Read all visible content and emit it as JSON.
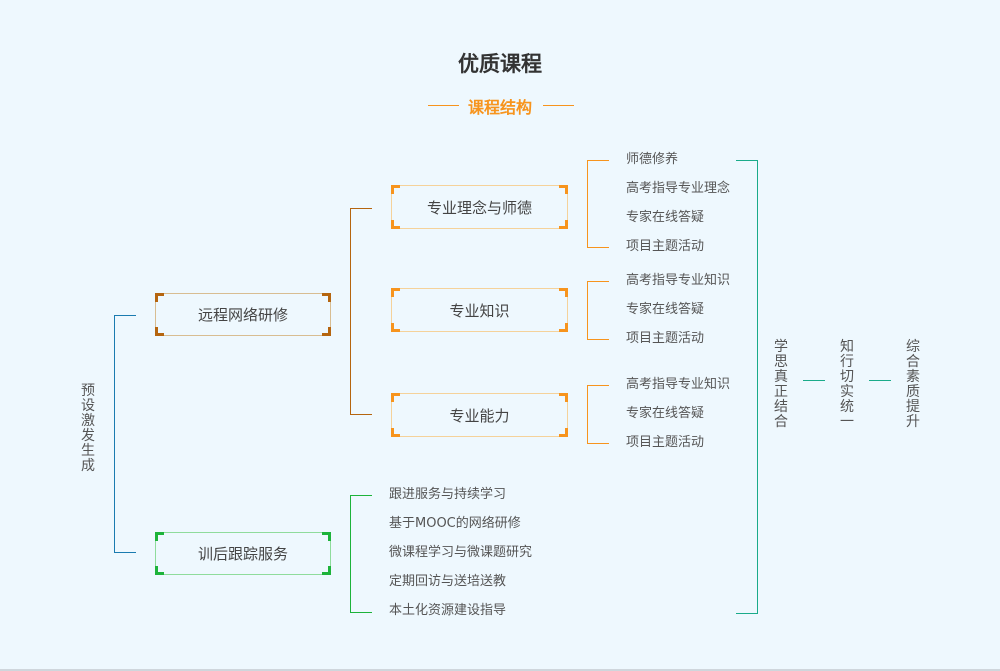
{
  "header": {
    "title": "优质课程",
    "subtitle": "课程结构"
  },
  "colors": {
    "background": "#eef8fe",
    "accent_orange": "#f7941d",
    "brown": "#b5650f",
    "blue": "#1a7bb0",
    "green": "#1db33a",
    "teal": "#1aab8a"
  },
  "root": {
    "label": "预设激发生成"
  },
  "branches": [
    {
      "label": "远程网络研修",
      "children": [
        {
          "label": "专业理念与师德",
          "items": [
            "师德修养",
            "高考指导专业理念",
            "专家在线答疑",
            "项目主题活动"
          ]
        },
        {
          "label": "专业知识",
          "items": [
            "高考指导专业知识",
            "专家在线答疑",
            "项目主题活动"
          ]
        },
        {
          "label": "专业能力",
          "items": [
            "高考指导专业知识",
            "专家在线答疑",
            "项目主题活动"
          ]
        }
      ]
    },
    {
      "label": "训后跟踪服务",
      "items": [
        "跟进服务与持续学习",
        "基于MOOC的网络研修",
        "微课程学习与微课题研究",
        "定期回访与送培送教",
        "本土化资源建设指导"
      ]
    }
  ],
  "outcomes": [
    "学思真正结合",
    "知行切实统一",
    "综合素质提升"
  ]
}
